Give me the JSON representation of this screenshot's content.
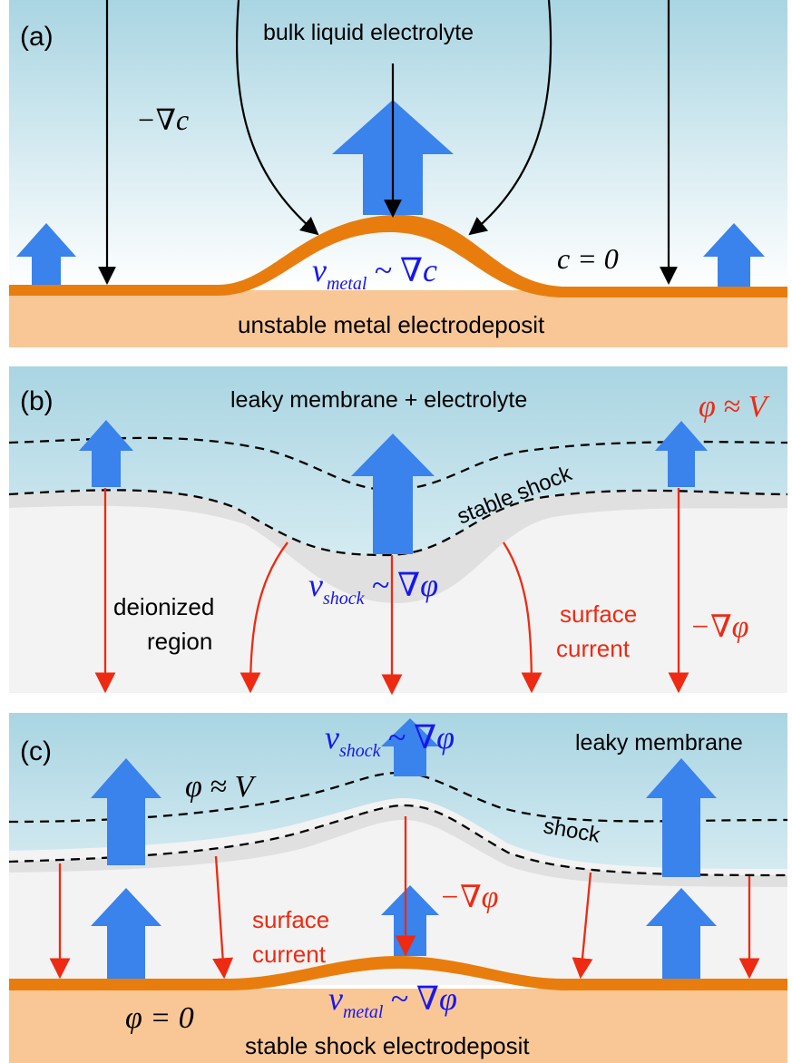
{
  "colors": {
    "liquid_top": "#a9d5e2",
    "liquid_bottom": "#ffffff",
    "deposit_fill": "#f9c796",
    "deposit_line": "#e87d0e",
    "arrow_blue": "#3a82ec",
    "current_red": "#ee2a12",
    "shock_gray": "#e0e0e0",
    "deionized_gray": "#f3f3f3",
    "math_blue": "#1717ee",
    "text_red": "#ee2a12"
  },
  "panel_a": {
    "tag": "(a)",
    "electrolyte_label": "bulk liquid electrolyte",
    "grad_c": "−∇c",
    "c_zero": "c = 0",
    "v_metal_v": "v",
    "v_metal_sub": "metal",
    "v_metal_rel": "~ ∇c",
    "deposit_label": "unstable metal electrodeposit"
  },
  "panel_b": {
    "tag": "(b)",
    "title": "leaky membrane + electrolyte",
    "phi_v": "φ ≈ V",
    "stable_shock": "stable shock",
    "deionized_line1": "deionized",
    "deionized_line2": "region",
    "v_shock_v": "v",
    "v_shock_sub": "shock",
    "v_shock_rel": "~ ∇φ",
    "surface_line1": "surface",
    "surface_line2": "current",
    "grad_phi": "−∇φ"
  },
  "panel_c": {
    "tag": "(c)",
    "title": "leaky membrane",
    "v_shock_v": "v",
    "v_shock_sub": "shock",
    "v_shock_rel": "~ ∇φ",
    "phi_v": "φ ≈ V",
    "shock": "shock",
    "surface_line1": "surface",
    "surface_line2": "current",
    "grad_phi": "−∇φ",
    "phi_zero": "φ = 0",
    "v_metal_v": "v",
    "v_metal_sub": "metal",
    "v_metal_rel": "~ ∇φ",
    "deposit_label": "stable shock electrodeposit"
  }
}
